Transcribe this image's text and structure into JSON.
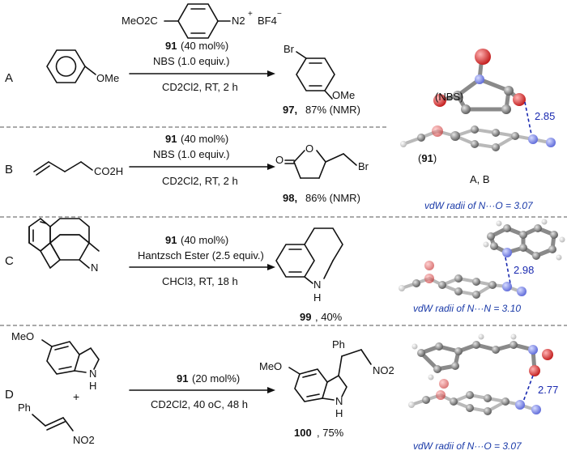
{
  "top_reagent": {
    "ester": "MeO2C",
    "diazonium": "N2",
    "charge": "+",
    "counterion": "BF4",
    "counterion_charge": "−"
  },
  "rows": [
    {
      "letter": "A",
      "substrate": "OMe",
      "catalyst": "91",
      "catalyst_loading": "(40 mol%)",
      "reagent": "NBS (1.0 equiv.)",
      "conditions": "CD2Cl2, RT, 2 h",
      "product_subst_top": "Br",
      "product_subst_bottom": "OMe",
      "product_id": "97,",
      "yield": "87% (NMR)"
    },
    {
      "letter": "B",
      "substrate": "CO2H",
      "catalyst": "91",
      "catalyst_loading": "(40 mol%)",
      "reagent": "NBS (1.0 equiv.)",
      "conditions": "CD2Cl2, RT, 2 h",
      "product_ring_o": "O",
      "product_carbonyl_o": "O",
      "product_br": "Br",
      "product_id": "98,",
      "yield": "86% (NMR)"
    },
    {
      "letter": "C",
      "substrate_n": "N",
      "catalyst": "91",
      "catalyst_loading": "(40 mol%)",
      "reagent": "Hantzsch Ester (2.5 equiv.)",
      "conditions": "CHCl3, RT, 18 h",
      "product_nh": "N",
      "product_h": "H",
      "product_id": "99",
      "yield": ", 40%"
    },
    {
      "letter": "D",
      "substrate_ome": "MeO",
      "substrate_n": "N",
      "substrate_h": "H",
      "plus": "+",
      "nitro_ph": "Ph",
      "nitro_group": "NO2",
      "catalyst": "91",
      "catalyst_loading": "(20 mol%)",
      "conditions": "CD2Cl2, 40 oC, 48 h",
      "product_ome": "MeO",
      "product_ph": "Ph",
      "product_no2": "NO2",
      "product_n": "N",
      "product_h": "H",
      "product_id": "100",
      "yield": ", 75%"
    }
  ],
  "crystal_panels": [
    {
      "nbs_label": "(NBS)",
      "cat_label": "91",
      "distance": "2.85",
      "caption": "A, B",
      "vdw_note": "vdW radii of N···O = 3.07"
    },
    {
      "distance": "2.98",
      "vdw_note": "vdW radii of N···N = 3.10"
    },
    {
      "distance": "2.77",
      "vdw_note": "vdW radii of N···O = 3.07"
    }
  ],
  "colors": {
    "nitrogen": "#7b86e6",
    "oxygen": "#d84848",
    "carbon": "#7d7d7d",
    "hydrogen": "#e8e8e8",
    "contact": "#1a2ab0",
    "note": "#1a3aa8"
  }
}
